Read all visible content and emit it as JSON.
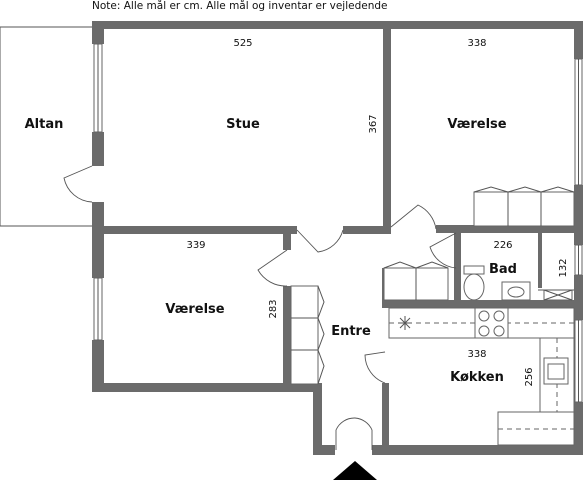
{
  "note": "Note: Alle mål er cm. Alle mål og inventar er vejledende",
  "rooms": {
    "altan": "Altan",
    "stue": "Stue",
    "vaerelse_top": "Værelse",
    "vaerelse_left": "Værelse",
    "bad": "Bad",
    "entre": "Entre",
    "koekken": "Køkken"
  },
  "dims": {
    "stue_width": "525",
    "stue_height": "367",
    "vaerelse_top_width": "338",
    "vaerelse_left_width": "339",
    "vaerelse_left_height": "283",
    "bad_width": "226",
    "bad_small": "132",
    "koekken_width": "338",
    "koekken_height": "256"
  },
  "colors": {
    "wall": "#6b6b6b",
    "line": "#555555",
    "arrow": "#000000"
  }
}
